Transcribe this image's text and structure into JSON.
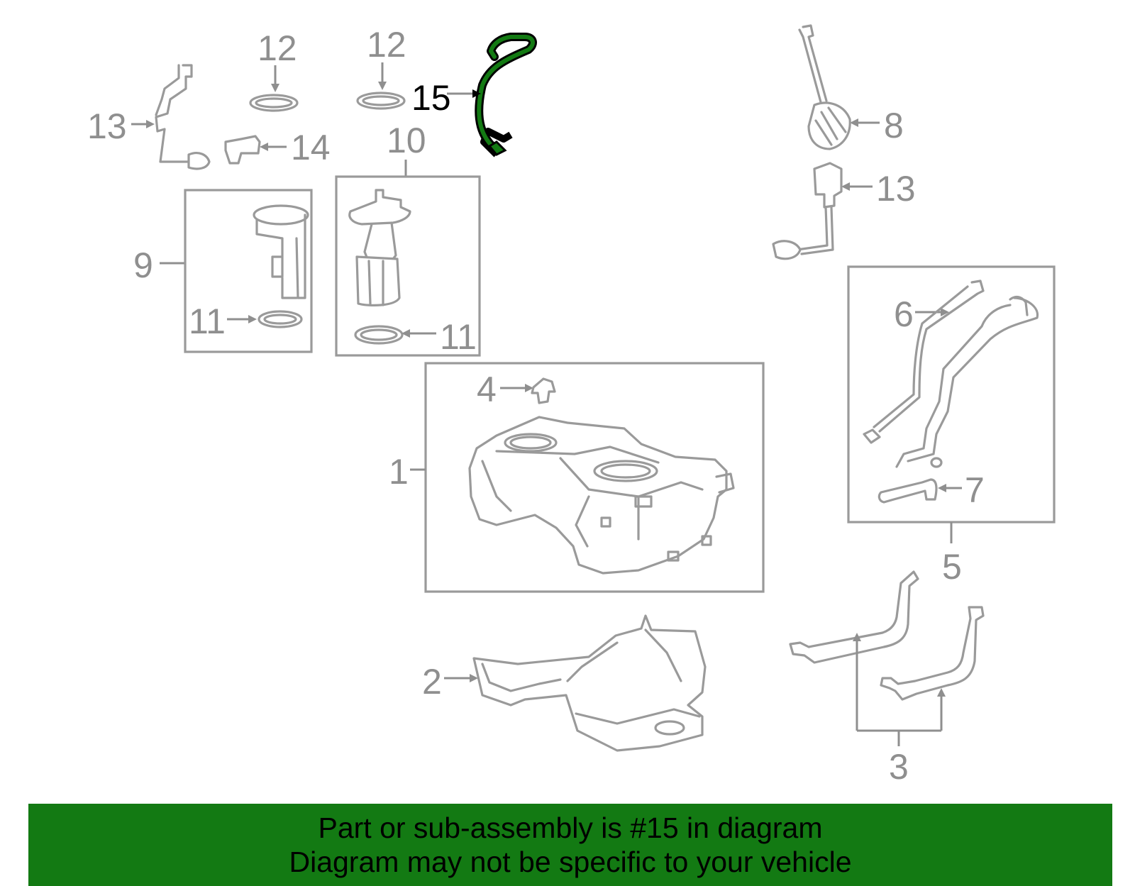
{
  "callouts": {
    "c1": "1",
    "c2": "2",
    "c3": "3",
    "c4": "4",
    "c5": "5",
    "c6": "6",
    "c7": "7",
    "c8": "8",
    "c9": "9",
    "c10": "10",
    "c11a": "11",
    "c11b": "11",
    "c12a": "12",
    "c12b": "12",
    "c13a": "13",
    "c13b": "13",
    "c14": "14",
    "c15": "15"
  },
  "highlight_color": "#137a13",
  "banner": {
    "line1": "Part or sub-assembly is #15 in diagram",
    "line2": "Diagram may not be specific to your vehicle"
  }
}
